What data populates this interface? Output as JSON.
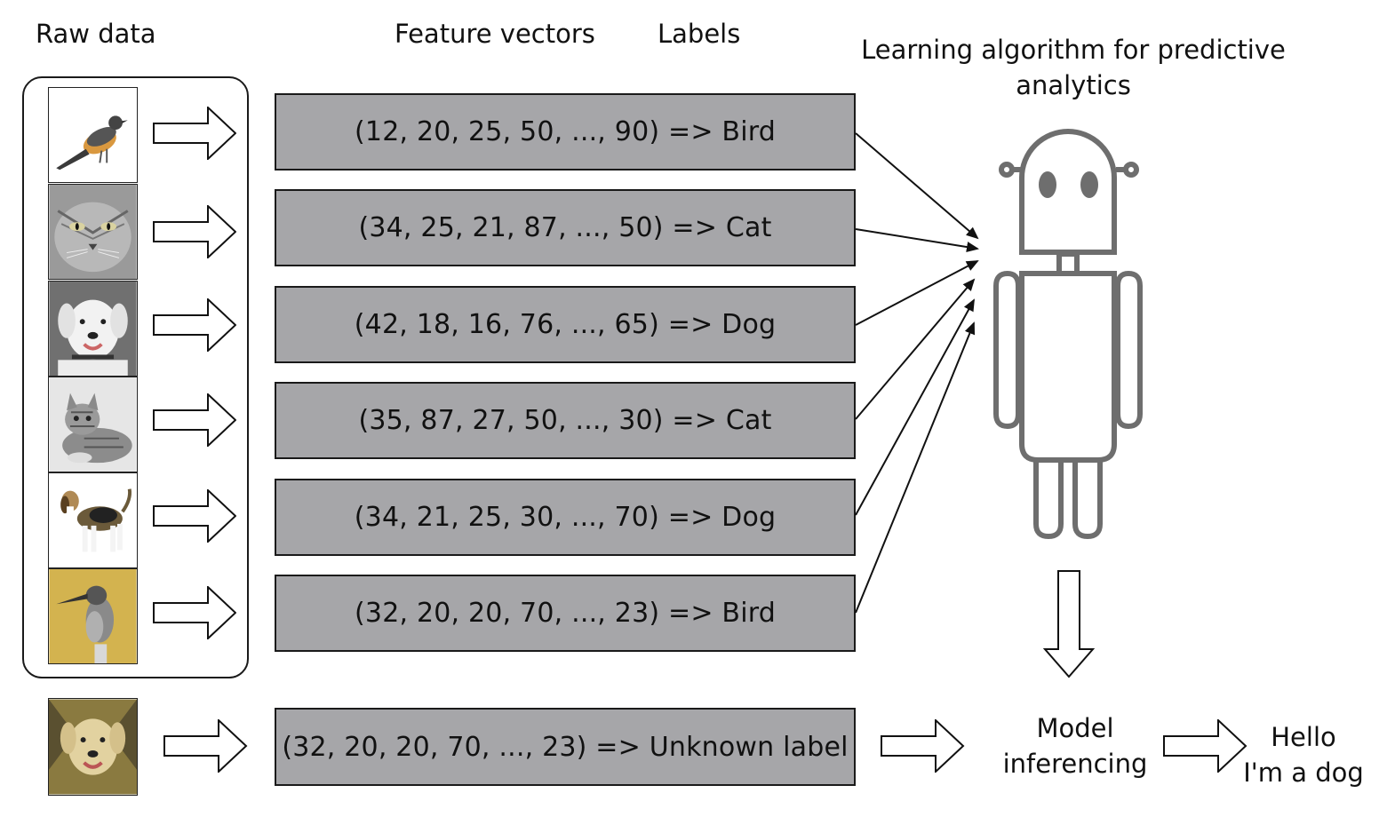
{
  "headers": {
    "raw_data": "Raw data",
    "feature_vectors": "Feature vectors",
    "labels": "Labels",
    "learning_title": "Learning algorithm for predictive analytics"
  },
  "training_rows": [
    {
      "image": "bird-photo",
      "vector": "(12, 20, 25, 50, ..., 90) => Bird"
    },
    {
      "image": "cat-photo",
      "vector": "(34, 25, 21, 87, ..., 50) => Cat"
    },
    {
      "image": "dog-photo",
      "vector": "(42, 18, 16, 76, ..., 65) => Dog"
    },
    {
      "image": "cat-photo",
      "vector": "(35, 87, 27, 50, ..., 30) => Cat"
    },
    {
      "image": "dog-photo",
      "vector": "(34, 21, 25, 30, ..., 70) => Dog"
    },
    {
      "image": "bird-photo",
      "vector": "(32, 20, 20, 70, ..., 23) => Bird"
    }
  ],
  "test_row": {
    "image": "dog-photo",
    "vector": "(32, 20, 20, 70, ..., 23) => Unknown label"
  },
  "model": {
    "icon": "robot-icon",
    "inferencing_line1": "Model",
    "inferencing_line2": "inferencing"
  },
  "output": {
    "line1": "Hello",
    "line2": "I'm a dog"
  },
  "colors": {
    "feature_box": "#a6a6a9",
    "robot": "#6e6e6e",
    "outline": "#1a1a1a"
  }
}
